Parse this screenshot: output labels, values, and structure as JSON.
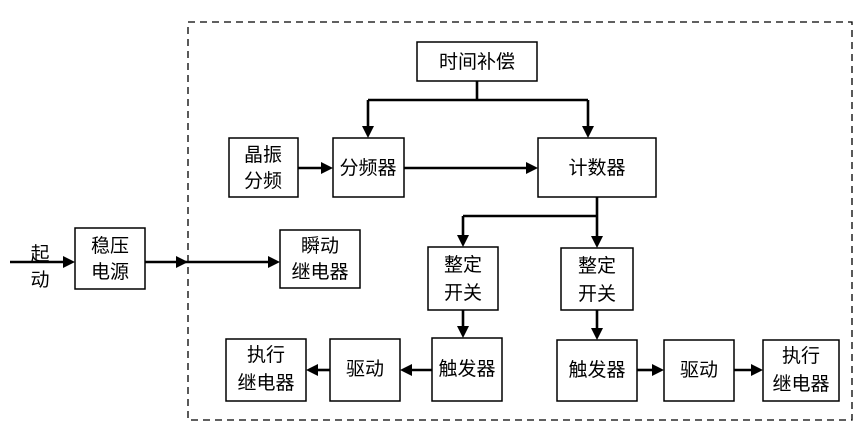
{
  "diagram": {
    "start_label": [
      "起",
      "动"
    ],
    "blocks": {
      "time_comp": "时间补偿",
      "crystal_osc": [
        "晶振",
        "分频"
      ],
      "freq_divider": "分频器",
      "counter": "计数器",
      "regulated_supply": [
        "稳压",
        "电源"
      ],
      "instant_relay": [
        "瞬动",
        "继电器"
      ],
      "setting_switch_left": [
        "整定",
        "开关"
      ],
      "setting_switch_right": [
        "整定",
        "开关"
      ],
      "trigger_left": "触发器",
      "trigger_right": "触发器",
      "driver_left": "驱动",
      "driver_right": "驱动",
      "exec_relay_left": [
        "执行",
        "继电器"
      ],
      "exec_relay_right": [
        "执行",
        "继电器"
      ]
    }
  }
}
